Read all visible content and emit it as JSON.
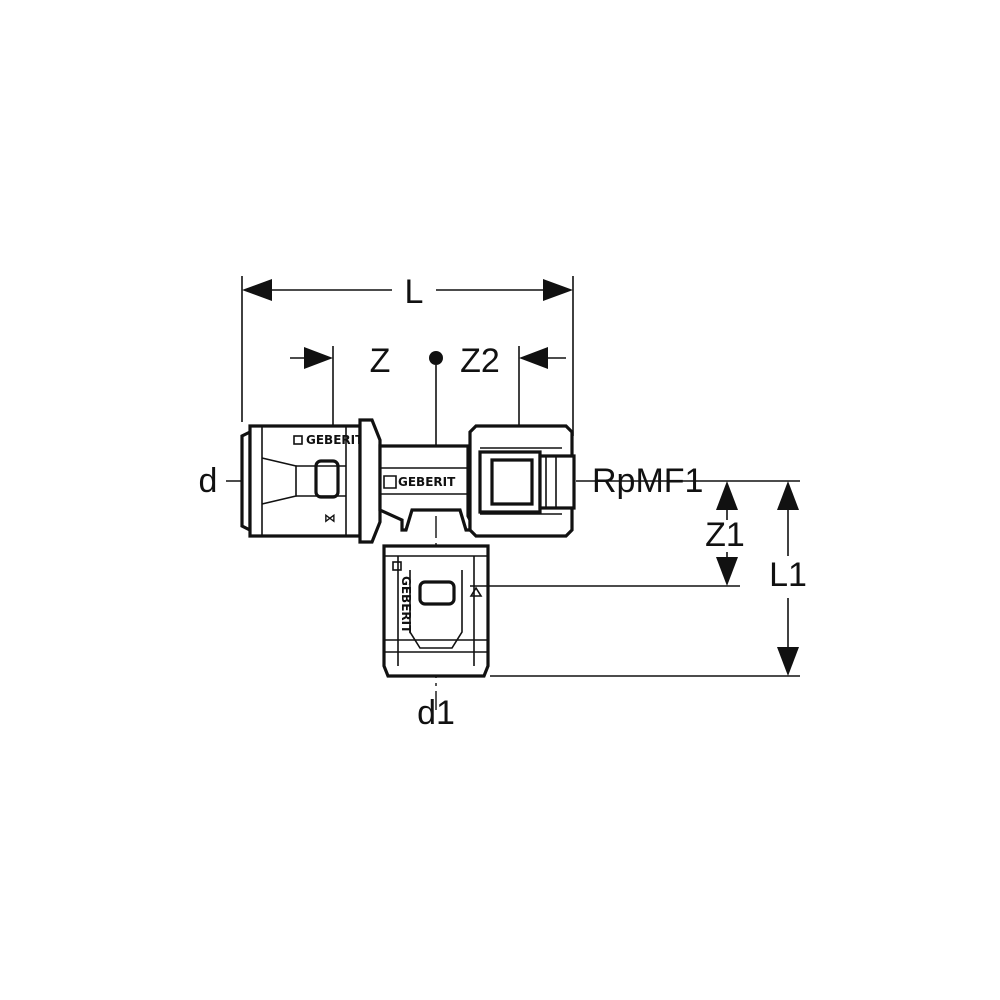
{
  "dimensions": {
    "L": "L",
    "Z": "Z",
    "Z2": "Z2",
    "Z1": "Z1",
    "L1": "L1",
    "d": "d",
    "d1": "d1",
    "thread": "RpMF1"
  },
  "markings": {
    "brand": "GEBERIT"
  }
}
